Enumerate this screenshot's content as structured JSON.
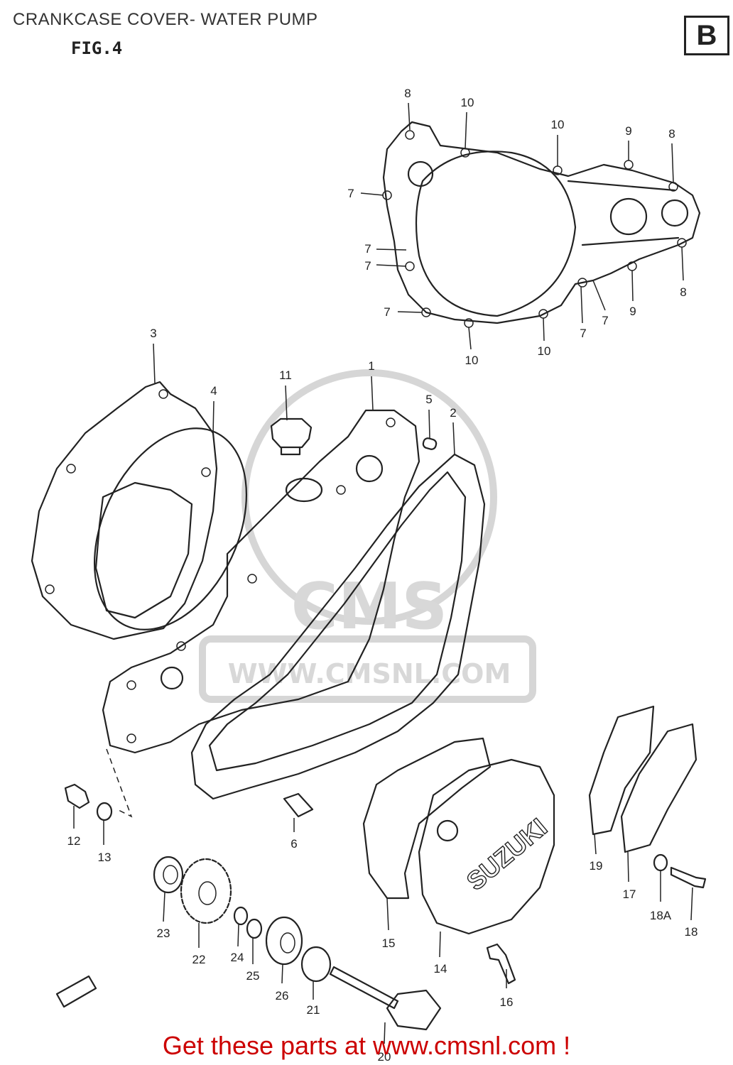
{
  "header": {
    "title": "CRANKCASE COVER- WATER PUMP",
    "figure": "FIG.4",
    "section_badge": "B"
  },
  "watermark": {
    "brand": "CMS",
    "url": "WWW.CMSNL.COM"
  },
  "cover_brand": "SUZUKI",
  "footer": {
    "cta": "Get these parts at www.cmsnl.com !"
  },
  "callouts": [
    {
      "id": "c8a",
      "text": "8"
    },
    {
      "id": "c10a",
      "text": "10"
    },
    {
      "id": "c10b",
      "text": "10"
    },
    {
      "id": "c9a",
      "text": "9"
    },
    {
      "id": "c8b",
      "text": "8"
    },
    {
      "id": "c7a",
      "text": "7"
    },
    {
      "id": "c7b",
      "text": "7"
    },
    {
      "id": "c7c",
      "text": "7"
    },
    {
      "id": "c8c",
      "text": "8"
    },
    {
      "id": "c9b",
      "text": "9"
    },
    {
      "id": "c7d",
      "text": "7"
    },
    {
      "id": "c7e",
      "text": "7"
    },
    {
      "id": "c7f",
      "text": "7"
    },
    {
      "id": "c10c",
      "text": "10"
    },
    {
      "id": "c10d",
      "text": "10"
    },
    {
      "id": "c3",
      "text": "3"
    },
    {
      "id": "c4",
      "text": "4"
    },
    {
      "id": "c11",
      "text": "11"
    },
    {
      "id": "c1",
      "text": "1"
    },
    {
      "id": "c5",
      "text": "5"
    },
    {
      "id": "c2",
      "text": "2"
    },
    {
      "id": "c12",
      "text": "12"
    },
    {
      "id": "c13",
      "text": "13"
    },
    {
      "id": "c6",
      "text": "6"
    },
    {
      "id": "c19",
      "text": "19"
    },
    {
      "id": "c17",
      "text": "17"
    },
    {
      "id": "c18a",
      "text": "18A"
    },
    {
      "id": "c18",
      "text": "18"
    },
    {
      "id": "c23",
      "text": "23"
    },
    {
      "id": "c22",
      "text": "22"
    },
    {
      "id": "c24",
      "text": "24"
    },
    {
      "id": "c25",
      "text": "25"
    },
    {
      "id": "c26",
      "text": "26"
    },
    {
      "id": "c21",
      "text": "21"
    },
    {
      "id": "c15",
      "text": "15"
    },
    {
      "id": "c14",
      "text": "14"
    },
    {
      "id": "c16",
      "text": "16"
    },
    {
      "id": "c20",
      "text": "20"
    }
  ]
}
